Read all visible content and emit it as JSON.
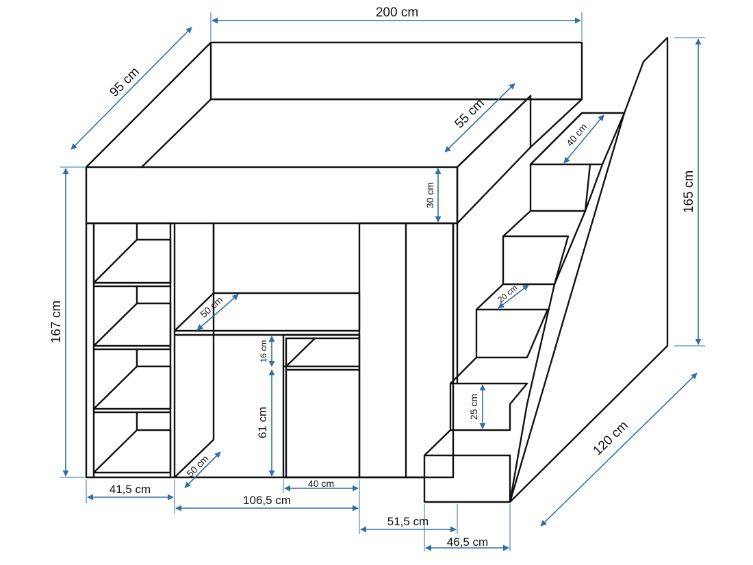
{
  "dimensions": {
    "width_top": "200 cm",
    "depth_top": "95 cm",
    "guard_depth": "55 cm",
    "step_depth": "40 cm",
    "guard_height": "30 cm",
    "total_height": "167 cm",
    "stairs_height": "165 cm",
    "desk_depth": "50 cm",
    "step_rise": "20 cm",
    "drawer_height": "16 cm",
    "cabinet_height": "61 cm",
    "step_height_low": "25 cm",
    "stairs_length": "120 cm",
    "base_depth": "50 cm",
    "shelf_width": "41,5 cm",
    "cabinet_width": "40 cm",
    "desk_width": "106,5 cm",
    "wardrobe_width": "51,5 cm",
    "stairs_width": "46,5 cm"
  },
  "colors": {
    "outline": "#111111",
    "dimension_line": "#2f6fa8"
  }
}
